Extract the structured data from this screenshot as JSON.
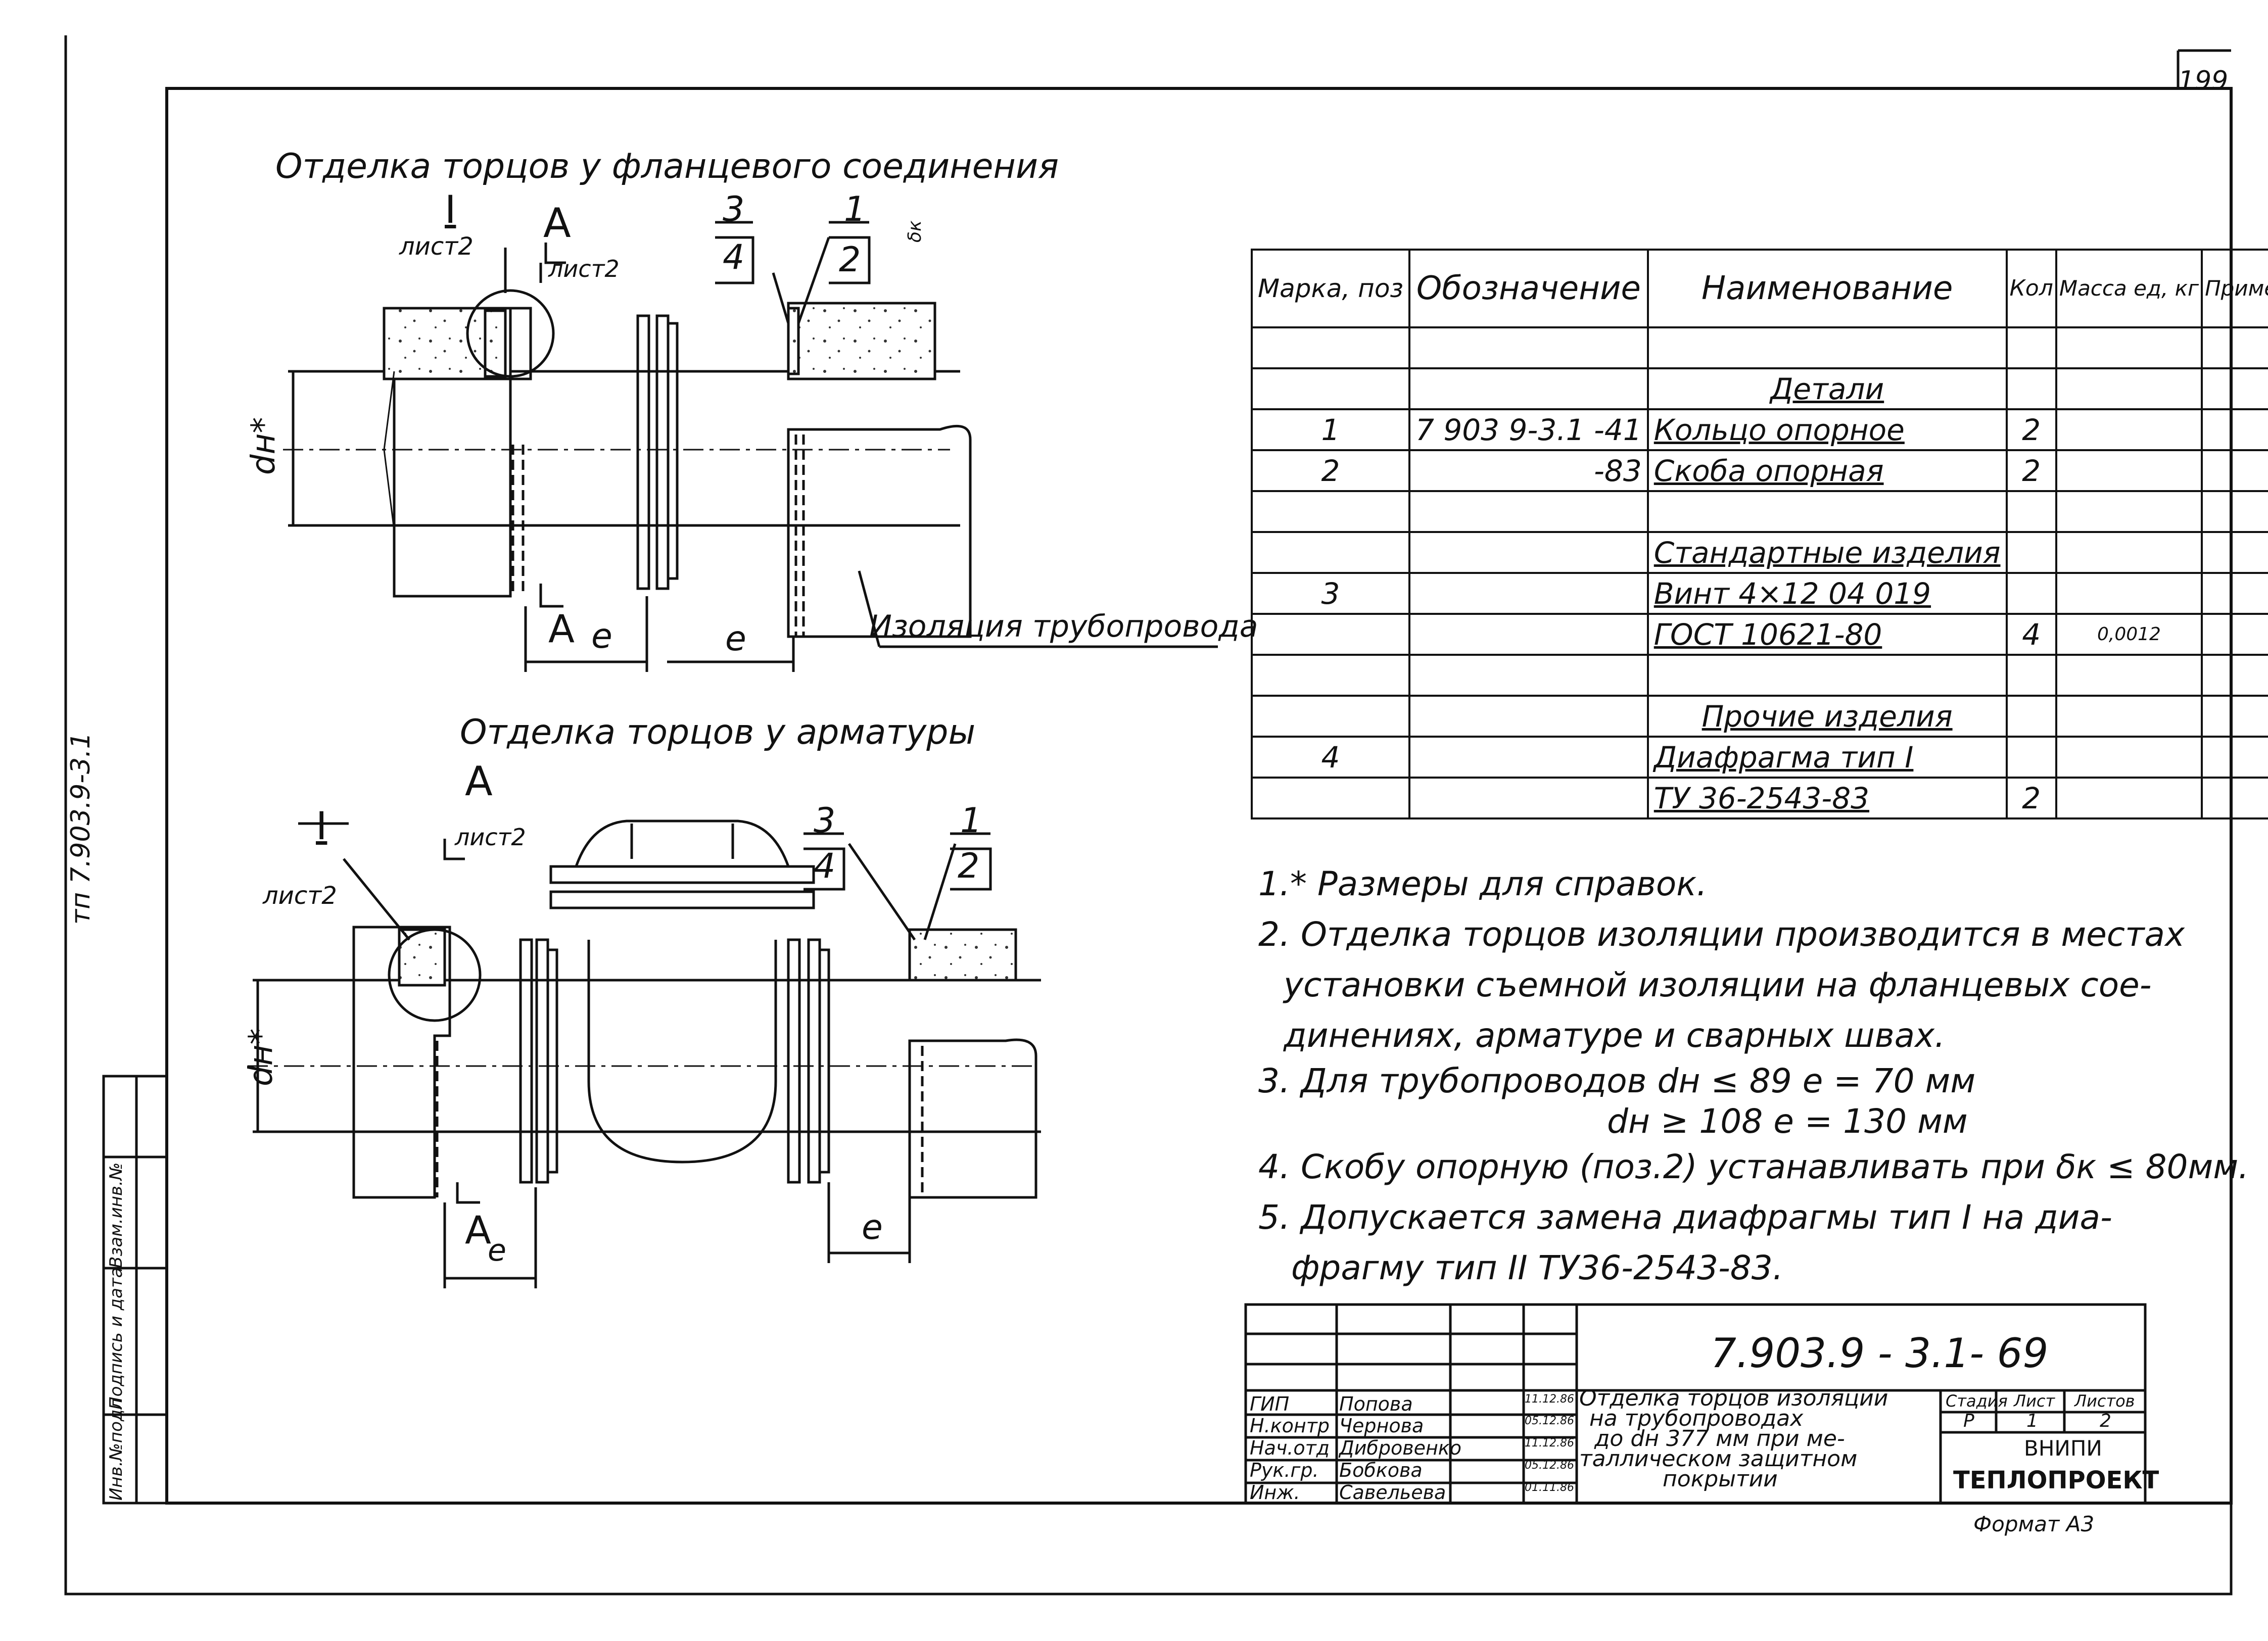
{
  "sheet_number": "199",
  "side_labels": {
    "sheet_code": "тп 7.903.9-3.1",
    "inv_orig": "Инв.№подл",
    "sign_date": "Подпись и дата",
    "replace_inv": "Взам.инв.№"
  },
  "view1": {
    "title": "Отделка торцов у фланцевого соединения",
    "callout_I": "I",
    "callout_I_sheet": "лист2",
    "section_A": "А",
    "section_A_sheet": "лист2",
    "pos3": "3",
    "pos4": "4",
    "pos1": "1",
    "pos2": "2",
    "delta_k": "δк",
    "dim_dn": "dн*",
    "label_A_bottom": "А",
    "dim_e1": "e",
    "dim_e2": "e",
    "insulation_label": "Изоляция трубопровода"
  },
  "view2": {
    "title": "Отделка торцов у арматуры",
    "section_A": "А",
    "section_A_sheet": "лист2",
    "callout_I": "I",
    "callout_I_sheet": "лист2",
    "pos3": "3",
    "pos4": "4",
    "pos1": "1",
    "pos2": "2",
    "dim_dn": "dн*",
    "label_A_bottom": "А",
    "dim_e1": "e",
    "dim_e2": "e"
  },
  "spec_table": {
    "headers": [
      "Марка, поз",
      "Обозначение",
      "Наименование",
      "Кол",
      "Масса ед, кг",
      "Примеч"
    ],
    "rows": [
      {
        "pos": "",
        "code": "",
        "name": "",
        "qty": "",
        "mass": "",
        "note": "",
        "ul": false
      },
      {
        "pos": "",
        "code": "",
        "name": "Детали",
        "qty": "",
        "mass": "",
        "note": "",
        "ul": true,
        "center": true
      },
      {
        "pos": "1",
        "code": "7 903 9-3.1 -41",
        "name": "Кольцо опорное",
        "qty": "2",
        "mass": "",
        "note": "",
        "ul": true
      },
      {
        "pos": "2",
        "code": "-83",
        "name": "Скоба опорная",
        "qty": "2",
        "mass": "",
        "note": "",
        "ul": true
      },
      {
        "pos": "",
        "code": "",
        "name": "",
        "qty": "",
        "mass": "",
        "note": "",
        "ul": false
      },
      {
        "pos": "",
        "code": "",
        "name": "Стандартные изделия",
        "qty": "",
        "mass": "",
        "note": "",
        "ul": true
      },
      {
        "pos": "3",
        "code": "",
        "name": "Винт 4×12 04 019",
        "qty": "",
        "mass": "",
        "note": "",
        "ul": true
      },
      {
        "pos": "",
        "code": "",
        "name": "ГОСТ 10621-80",
        "qty": "4",
        "mass": "0,0012",
        "note": "",
        "ul": true
      },
      {
        "pos": "",
        "code": "",
        "name": "",
        "qty": "",
        "mass": "",
        "note": "",
        "ul": false
      },
      {
        "pos": "",
        "code": "",
        "name": "Прочие изделия",
        "qty": "",
        "mass": "",
        "note": "",
        "ul": true,
        "center": true
      },
      {
        "pos": "4",
        "code": "",
        "name": "Диафрагма тип I",
        "qty": "",
        "mass": "",
        "note": "",
        "ul": true
      },
      {
        "pos": "",
        "code": "",
        "name": "ТУ 36-2543-83",
        "qty": "2",
        "mass": "",
        "note": "",
        "ul": true
      }
    ]
  },
  "notes": [
    "1.* Размеры для справок.",
    "2. Отделка торцов изоляции производится в местах",
    "установки съемной изоляции на фланцевых сое-",
    "динениях, арматуре и сварных швах.",
    "3. Для трубопроводов  dн ≤ 89  e = 70 мм",
    "dн ≥ 108  e = 130 мм",
    "4. Скобу опорную (поз.2) устанавливать при δк ≤ 80мм.",
    "5. Допускается замена диафрагмы тип I на диа-",
    "фрагму тип II ТУ36-2543-83."
  ],
  "title_block": {
    "doc_code": "7.903.9 - 3.1- 69",
    "description": [
      "Отделка торцов изоляции",
      "на трубопроводах",
      "до dн 377 мм при ме-",
      "таллическом защитном",
      "покрытии"
    ],
    "stage_header": "Стадия",
    "sheet_header": "Лист",
    "sheets_header": "Листов",
    "stage": "Р",
    "sheet": "1",
    "sheets": "2",
    "org1": "ВНИПИ",
    "org2": "ТЕПЛОПРОЕКТ",
    "format": "Формат А3",
    "people": [
      {
        "role": "ГИП",
        "name": "Попова",
        "date": "11.12.86"
      },
      {
        "role": "Н.контр",
        "name": "Чернова",
        "date": "05.12.86"
      },
      {
        "role": "Нач.отд",
        "name": "Дибровенко",
        "date": "11.12.86"
      },
      {
        "role": "Рук.гр.",
        "name": "Бобкова",
        "date": "05.12.86"
      },
      {
        "role": "Инж.",
        "name": "Савельева",
        "date": "01.11.86"
      }
    ]
  }
}
